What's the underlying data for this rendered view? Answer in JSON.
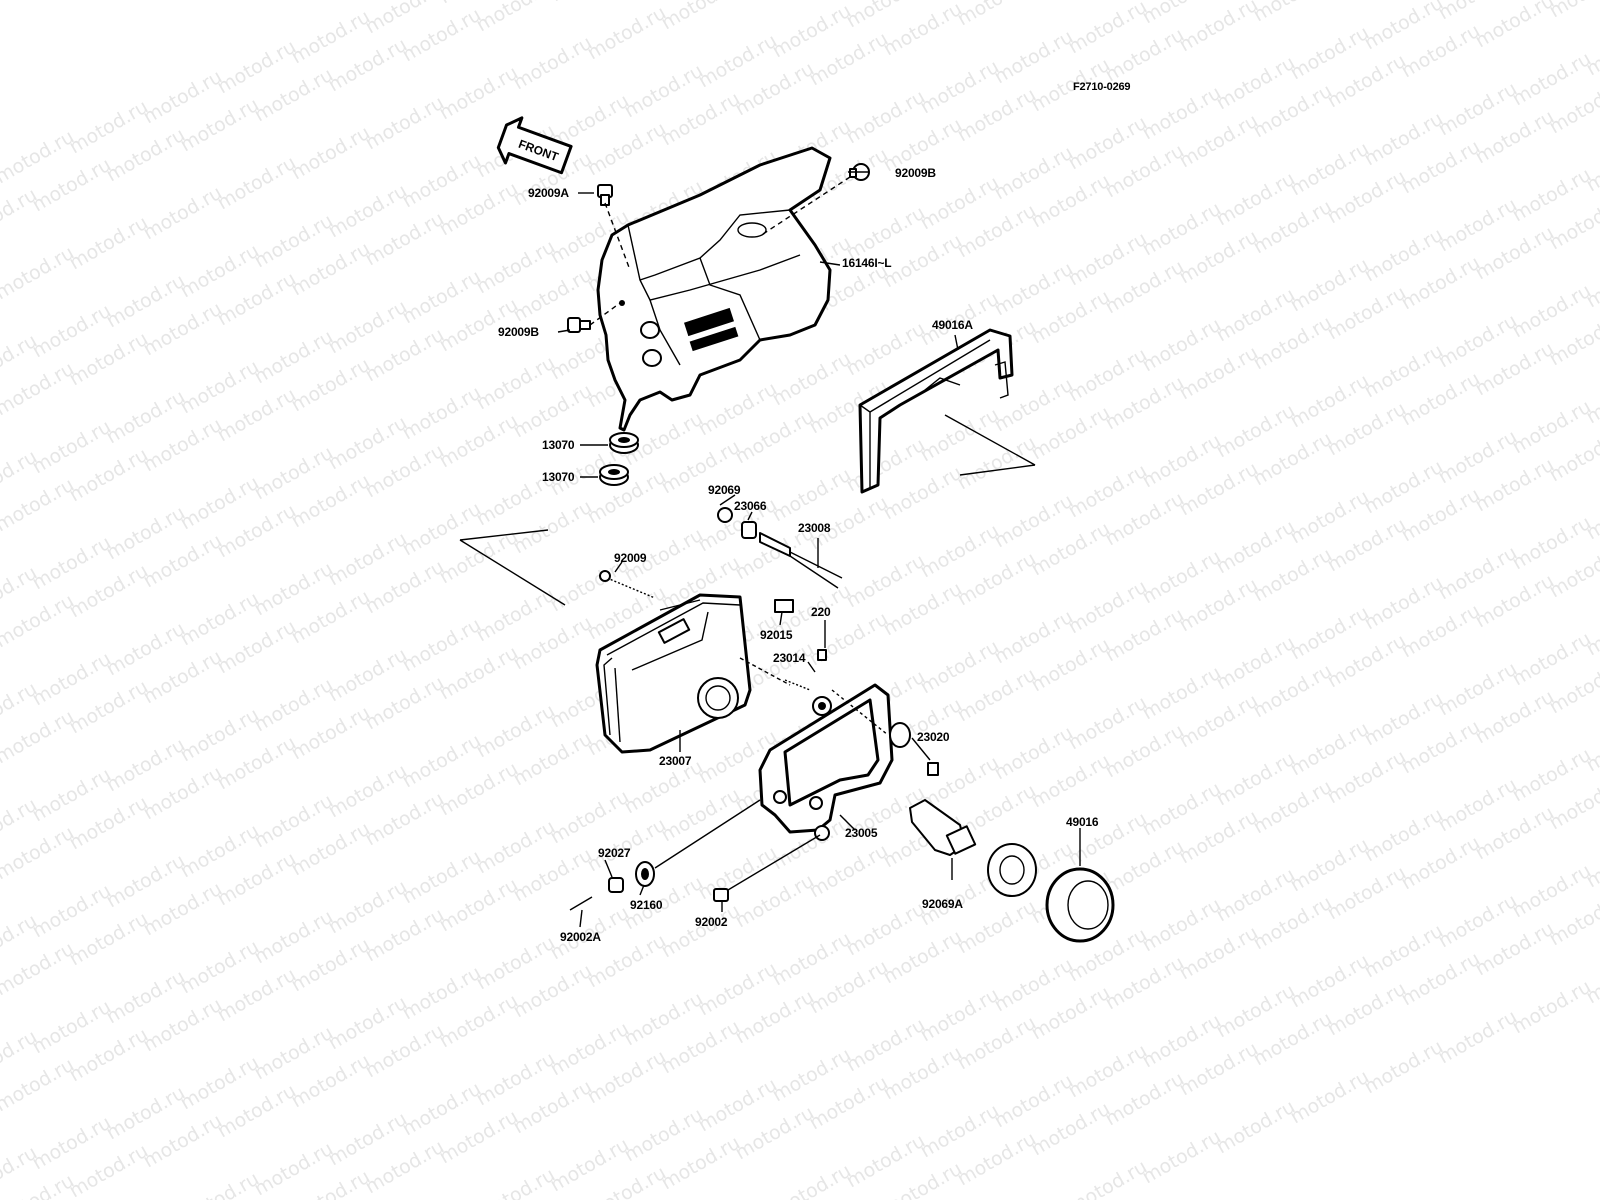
{
  "figure_code": "F2710-0269",
  "front_marker": "FRONT",
  "watermark": "motod.ru",
  "callouts": [
    {
      "id": "92009B_top",
      "text": "92009B"
    },
    {
      "id": "92009A",
      "text": "92009A"
    },
    {
      "id": "16146",
      "text": "16146I~L"
    },
    {
      "id": "92009B_left",
      "text": "92009B"
    },
    {
      "id": "49016A",
      "text": "49016A"
    },
    {
      "id": "13070_a",
      "text": "13070"
    },
    {
      "id": "13070_b",
      "text": "13070"
    },
    {
      "id": "92069",
      "text": "92069"
    },
    {
      "id": "23066",
      "text": "23066"
    },
    {
      "id": "23008",
      "text": "23008"
    },
    {
      "id": "92009",
      "text": "92009"
    },
    {
      "id": "220",
      "text": "220"
    },
    {
      "id": "92015",
      "text": "92015"
    },
    {
      "id": "23014",
      "text": "23014"
    },
    {
      "id": "23020",
      "text": "23020"
    },
    {
      "id": "23007",
      "text": "23007"
    },
    {
      "id": "23005",
      "text": "23005"
    },
    {
      "id": "49016",
      "text": "49016"
    },
    {
      "id": "92027",
      "text": "92027"
    },
    {
      "id": "92160",
      "text": "92160"
    },
    {
      "id": "92002",
      "text": "92002"
    },
    {
      "id": "92069A",
      "text": "92069A"
    },
    {
      "id": "92002A",
      "text": "92002A"
    }
  ]
}
